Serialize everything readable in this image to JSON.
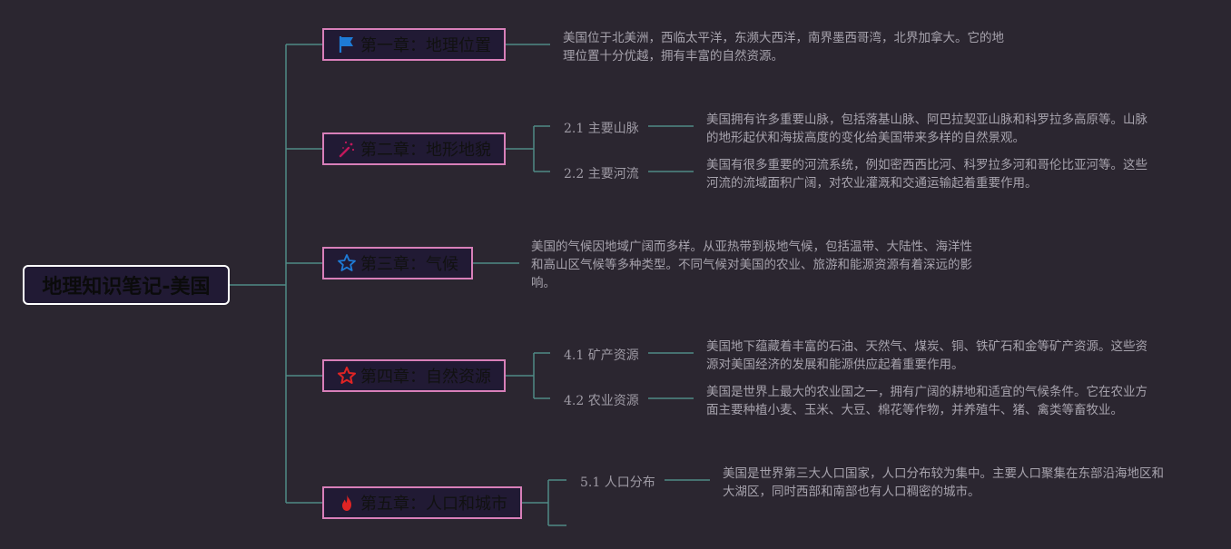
{
  "root": {
    "title": "地理知识笔记-美国"
  },
  "colors": {
    "background": "#2b2630",
    "line": "#4f8a86",
    "node_border": "#d87fb9",
    "node_fill": "#211a34"
  },
  "chapters": [
    {
      "title": "第一章：地理位置",
      "icon": "flag-icon",
      "desc": "美国位于北美洲，西临太平洋，东濒大西洋，南界墨西哥湾，北界加拿大。它的地理位置十分优越，拥有丰富的自然资源。"
    },
    {
      "title": "第二章：地形地貌",
      "icon": "magic-wand-icon",
      "subs": [
        {
          "label": "2.1 主要山脉",
          "desc": "美国拥有许多重要山脉，包括落基山脉、阿巴拉契亚山脉和科罗拉多高原等。山脉的地形起伏和海拔高度的变化给美国带来多样的自然景观。"
        },
        {
          "label": "2.2 主要河流",
          "desc": "美国有很多重要的河流系统，例如密西西比河、科罗拉多河和哥伦比亚河等。这些河流的流域面积广阔，对农业灌溉和交通运输起着重要作用。"
        }
      ]
    },
    {
      "title": "第三章：气候",
      "icon": "star-outline-icon",
      "desc": "美国的气候因地域广阔而多样。从亚热带到极地气候，包括温带、大陆性、海洋性和高山区气候等多种类型。不同气候对美国的农业、旅游和能源资源有着深远的影响。"
    },
    {
      "title": "第四章：自然资源",
      "icon": "red-star-icon",
      "subs": [
        {
          "label": "4.1 矿产资源",
          "desc": "美国地下蕴藏着丰富的石油、天然气、煤炭、铜、铁矿石和金等矿产资源。这些资源对美国经济的发展和能源供应起着重要作用。"
        },
        {
          "label": "4.2 农业资源",
          "desc": "美国是世界上最大的农业国之一，拥有广阔的耕地和适宜的气候条件。它在农业方面主要种植小麦、玉米、大豆、棉花等作物，并养殖牛、猪、禽类等畜牧业。"
        }
      ]
    },
    {
      "title": "第五章：人口和城市",
      "icon": "fire-icon",
      "subs": [
        {
          "label": "5.1 人口分布",
          "desc": "美国是世界第三大人口国家，人口分布较为集中。主要人口聚集在东部沿海地区和大湖区，同时西部和南部也有人口稠密的城市。"
        }
      ]
    }
  ]
}
